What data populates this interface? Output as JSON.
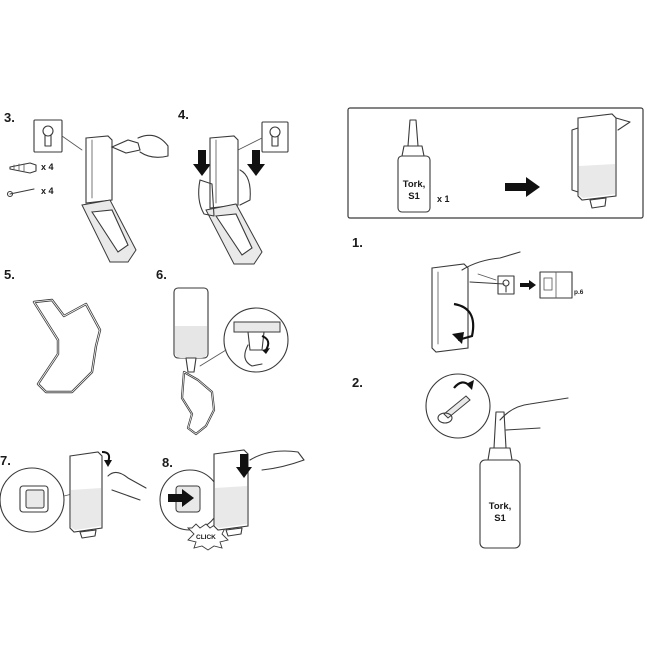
{
  "steps": {
    "s3": {
      "number": "3.",
      "screws_qty": "x 4",
      "plugs_qty": "x 4"
    },
    "s4": {
      "number": "4."
    },
    "s5": {
      "number": "5."
    },
    "s6": {
      "number": "6."
    },
    "s7": {
      "number": "7."
    },
    "s8": {
      "number": "8.",
      "click_label": "CLICK"
    },
    "r1": {
      "number": "1.",
      "page_ref": "p.6"
    },
    "r2": {
      "number": "2.",
      "bottle_label_line1": "Tork,",
      "bottle_label_line2": "S1"
    }
  },
  "contents_box": {
    "bottle_label_line1": "Tork,",
    "bottle_label_line2": "S1",
    "bottle_qty": "x 1"
  }
}
